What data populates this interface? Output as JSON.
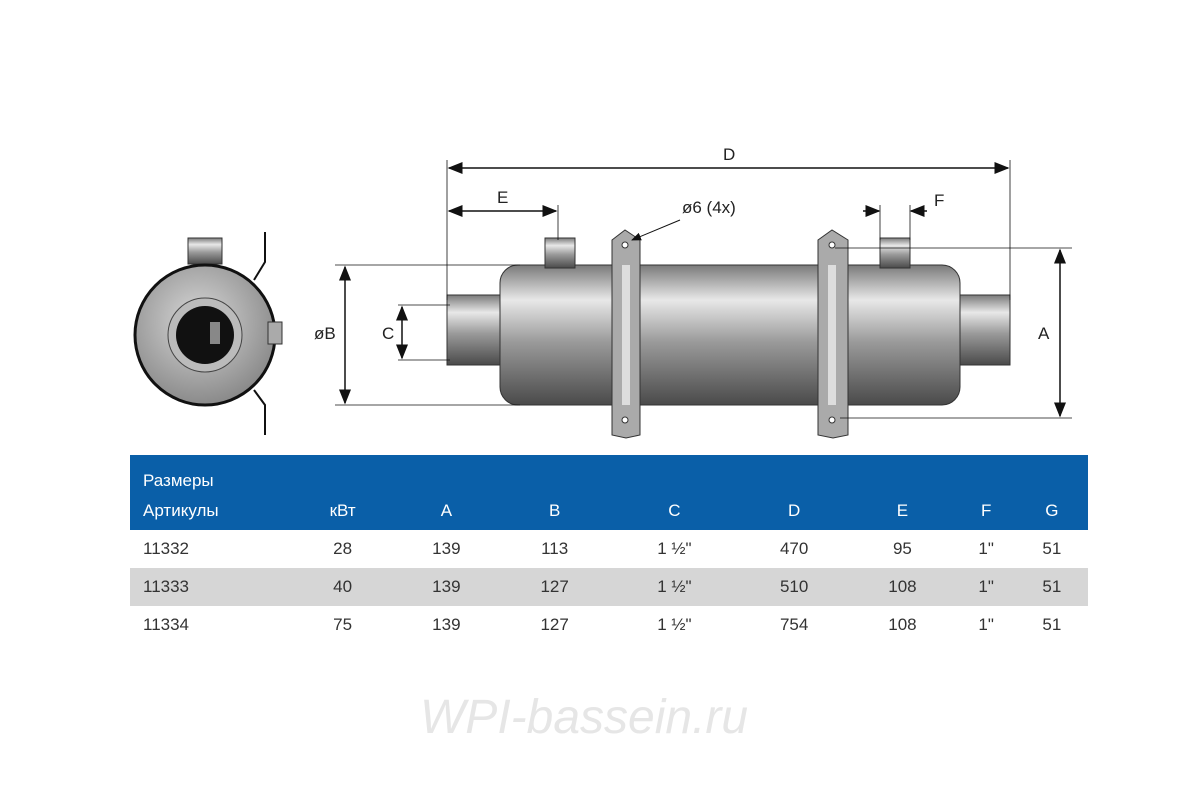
{
  "dimensions": {
    "D": "D",
    "E": "E",
    "F": "F",
    "A": "A",
    "B": "øB",
    "C": "C",
    "hole": "ø6 (4x)"
  },
  "table": {
    "title": "Размеры",
    "headers": [
      "Артикулы",
      "кВт",
      "A",
      "B",
      "C",
      "D",
      "E",
      "F",
      "G"
    ],
    "rows": [
      [
        "11332",
        "28",
        "139",
        "113",
        "1 ½\"",
        "470",
        "95",
        "1\"",
        "51"
      ],
      [
        "11333",
        "40",
        "139",
        "127",
        "1 ½\"",
        "510",
        "108",
        "1\"",
        "51"
      ],
      [
        "11334",
        "75",
        "139",
        "127",
        "1 ½\"",
        "754",
        "108",
        "1\"",
        "51"
      ]
    ],
    "header_color": "#0a5fa8",
    "alt_row_color": "#d6d6d6"
  },
  "watermark": "WPI-bassein.ru"
}
